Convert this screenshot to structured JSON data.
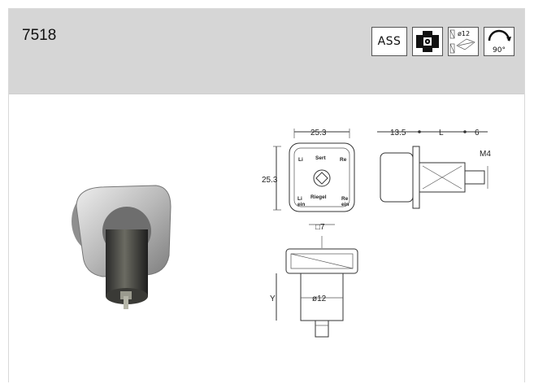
{
  "product": {
    "code": "7518"
  },
  "badges": {
    "ass_label": "ASS",
    "diameter_label": "ø12",
    "rotation_label": "90°"
  },
  "drawing": {
    "front_width": "25.3",
    "front_height": "25.3",
    "square_label": "□7",
    "side_offset": "13.5",
    "side_length": "L",
    "side_tip": "6",
    "thread": "M4",
    "bottom_height": "Y",
    "bottom_diameter": "ø12",
    "face_li": "Li",
    "face_re": "Re",
    "face_sert": "Sert",
    "face_riegel": "Riegel",
    "face_aus_left": "ein",
    "face_aus_right": "ein",
    "face_li_bottom": "Li",
    "face_re_bottom": "Re"
  }
}
